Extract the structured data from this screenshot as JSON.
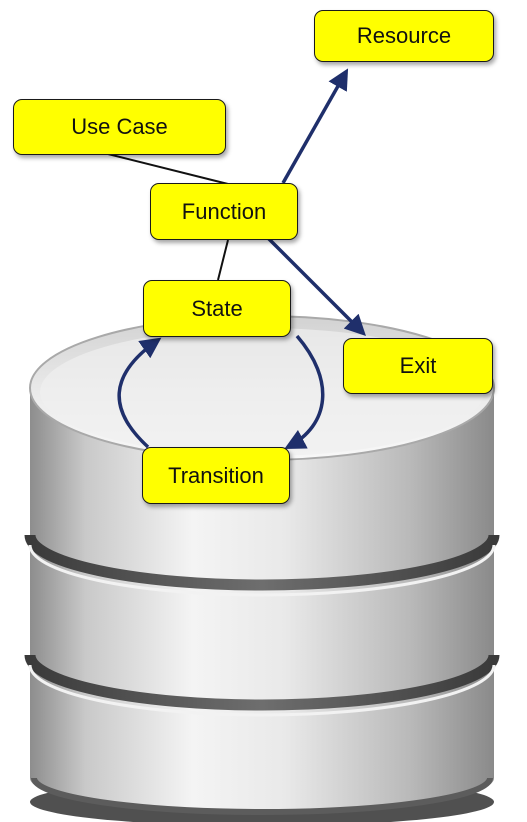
{
  "diagram": {
    "nodes": {
      "resource": "Resource",
      "use_case": "Use Case",
      "function": "Function",
      "state": "State",
      "exit": "Exit",
      "transition": "Transition"
    },
    "edges": [
      {
        "from": "Function",
        "to": "Resource",
        "directed": true
      },
      {
        "from": "Use Case",
        "to": "Function",
        "directed": false
      },
      {
        "from": "Function",
        "to": "State",
        "directed": false
      },
      {
        "from": "Function",
        "to": "Exit",
        "directed": true
      },
      {
        "from": "State",
        "to": "Transition",
        "directed": true
      },
      {
        "from": "Transition",
        "to": "State",
        "directed": true
      }
    ],
    "background_icon": "database-cylinder-icon",
    "colors": {
      "node_fill": "#ffff00",
      "arrow": "#1f2f6b",
      "line": "#111111"
    }
  }
}
